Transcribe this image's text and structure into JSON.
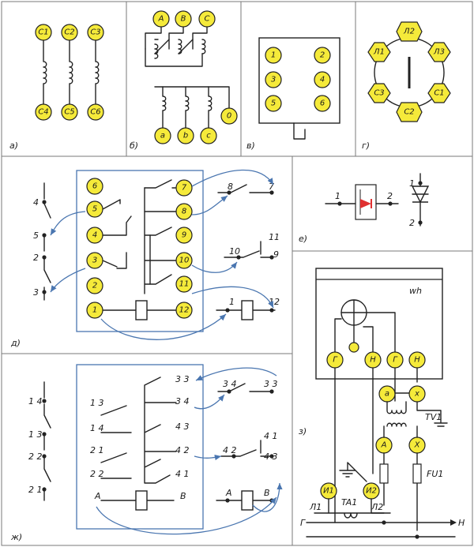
{
  "panels": {
    "a": {
      "label": "а)",
      "top": [
        "C1",
        "C2",
        "C3"
      ],
      "bottom": [
        "C4",
        "C5",
        "C6"
      ]
    },
    "b": {
      "label": "б)",
      "top": [
        "A",
        "B",
        "C"
      ],
      "bottom": [
        "a",
        "b",
        "c",
        "0"
      ]
    },
    "v": {
      "label": "в)",
      "terms": [
        "1",
        "2",
        "3",
        "4",
        "5",
        "6"
      ]
    },
    "g": {
      "label": "г)",
      "terms": [
        "Л1",
        "Л2",
        "Л3",
        "С3",
        "С2",
        "С1"
      ]
    },
    "d": {
      "label": "д)",
      "left_terms": [
        "6",
        "5",
        "4",
        "3",
        "2",
        "1"
      ],
      "right_terms": [
        "7",
        "8",
        "9",
        "10",
        "11",
        "12"
      ],
      "left_contacts": [
        "4",
        "5",
        "2",
        "3"
      ],
      "right_contacts": [
        "8",
        "7",
        "11",
        "10",
        "9",
        "1",
        "12"
      ]
    },
    "e": {
      "label": "е)",
      "pins": [
        "1",
        "2",
        "1",
        "2"
      ]
    },
    "zh": {
      "label": "ж)",
      "left_contacts": [
        "1 4",
        "1 3",
        "2 2",
        "2 1"
      ],
      "inner_left": [
        "1 3",
        "1 4",
        "2 1",
        "2 2",
        "A"
      ],
      "inner_right": [
        "3 3",
        "3 4",
        "4 3",
        "4 2",
        "4 1",
        "B"
      ],
      "right_contacts": [
        "3 4",
        "3 3",
        "4 1",
        "4 2",
        "4 3",
        "A",
        "B"
      ]
    },
    "z": {
      "label": "з)",
      "meter": "wh",
      "terms": [
        "Г",
        "Н",
        "Г",
        "Н"
      ],
      "tv_terms": [
        "a",
        "x"
      ],
      "tv_label": "TV1",
      "fu_terms": [
        "A",
        "X"
      ],
      "fu_label": "FU1",
      "ct_terms": [
        "И1",
        "И2"
      ],
      "ct_label": "TA1",
      "line_labels": [
        "Л1",
        "Л2"
      ],
      "bus_start": "Г",
      "bus_end": "Н"
    }
  },
  "colors": {
    "terminal": "#f5ea3a",
    "frame_blue": "#4a76b0",
    "red": "#e03030",
    "green": "#2a8a3a",
    "diode": "#e03030"
  }
}
